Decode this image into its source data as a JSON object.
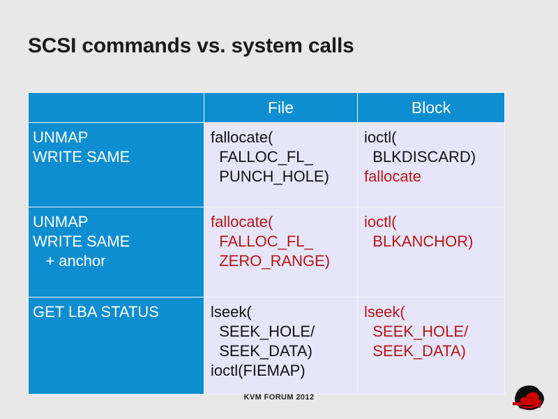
{
  "slide": {
    "title": "SCSI commands vs. system calls",
    "footer": "KVM FORUM 2012",
    "logo_name": "red-hat-shadowman-logo"
  },
  "colors": {
    "background": "#e8e8e9",
    "header_blue": "#0d8ed0",
    "cell_lavender": "#e7e5fa",
    "text_red": "#b51717",
    "text_black": "#111111",
    "text_white": "#ffffff"
  },
  "table": {
    "columns": [
      "",
      "File",
      "Block"
    ],
    "rows": [
      {
        "label": "UNMAP\nWRITE SAME",
        "file": {
          "segments": [
            {
              "text": "fallocate(\n  FALLOC_FL_\n  PUNCH_HOLE)",
              "color": "black"
            }
          ]
        },
        "block": {
          "segments": [
            {
              "text": "ioctl(\n  BLKDISCARD)\n",
              "color": "black"
            },
            {
              "text": "fallocate",
              "color": "red"
            }
          ]
        }
      },
      {
        "label": "UNMAP\nWRITE SAME\n   + anchor",
        "file": {
          "segments": [
            {
              "text": "fallocate(\n  FALLOC_FL_\n  ZERO_RANGE)",
              "color": "red"
            }
          ]
        },
        "block": {
          "segments": [
            {
              "text": "ioctl(\n  BLKANCHOR)",
              "color": "red"
            }
          ]
        }
      },
      {
        "label": "GET LBA STATUS",
        "file": {
          "segments": [
            {
              "text": "lseek(\n  SEEK_HOLE/\n  SEEK_DATA)\nioctl(FIEMAP)",
              "color": "black"
            }
          ]
        },
        "block": {
          "segments": [
            {
              "text": "lseek(\n  SEEK_HOLE/\n  SEEK_DATA)",
              "color": "red"
            }
          ]
        }
      }
    ]
  }
}
